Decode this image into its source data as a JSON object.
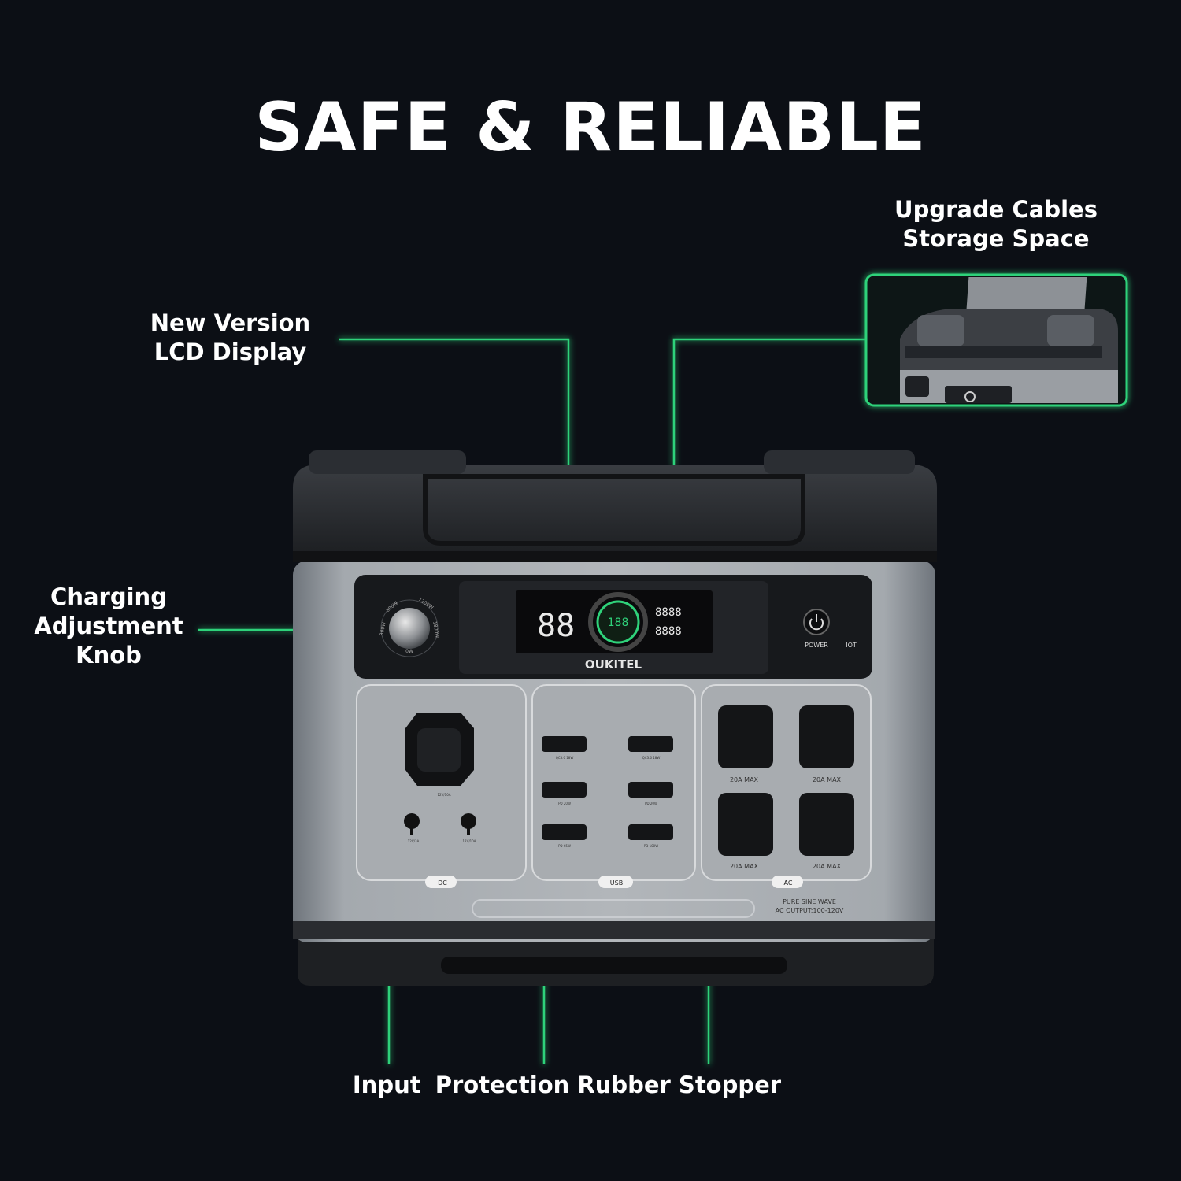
{
  "title": "SAFE & RELIABLE",
  "callouts": {
    "lcd": [
      "New Version",
      "LCD Display"
    ],
    "storage": [
      "Upgrade Cables",
      "Storage Space"
    ],
    "knob": [
      "Charging",
      "Adjustment",
      "Knob"
    ],
    "bottom": [
      "Input",
      "Protection Rubber Stopper"
    ]
  },
  "device": {
    "brand": "OUKITEL",
    "lcd_digits": "88",
    "lcd_ring": "188",
    "lcd_small": "8888",
    "power_label": "POWER",
    "iot_label": "IOT",
    "knob_labels": [
      "0W",
      "300W",
      "600W",
      "1200W",
      "1800W"
    ],
    "sections": [
      "DC",
      "USB",
      "AC"
    ],
    "ac_max": "20A MAX",
    "ac_footer": [
      "PURE SINE WAVE",
      "AC OUTPUT:100-120V"
    ],
    "dc_ports": [
      "12V/10A",
      "12V/3A",
      "12V/10A"
    ],
    "usb_ports": [
      "QC3.0 18W",
      "QC3.0 18W",
      "PD 20W",
      "PD 20W",
      "PD 65W",
      "PD 100W"
    ]
  },
  "colors": {
    "accent": "#2fd27a",
    "background": "#0c0f15",
    "body": "#9aa0a6"
  }
}
